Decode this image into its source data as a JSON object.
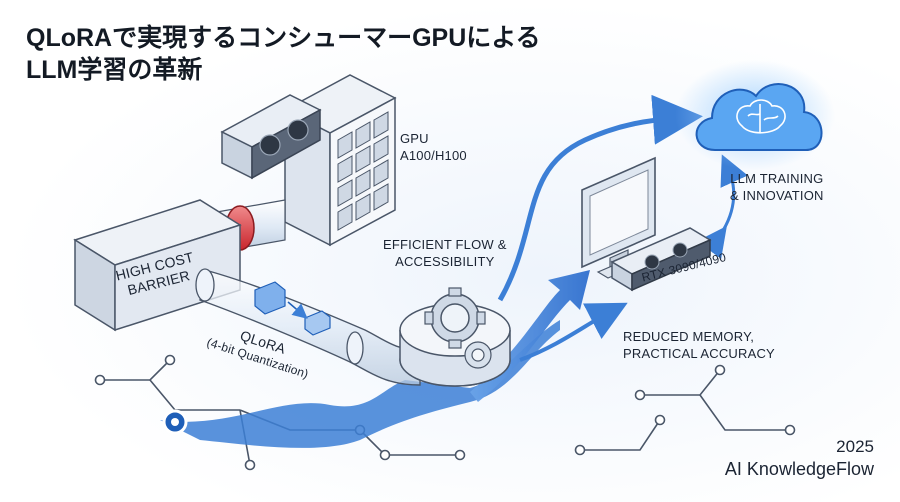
{
  "title": {
    "line1": "QLoRAで実現するコンシューマーGPUによる",
    "line2": "LLM学習の革新"
  },
  "labels": {
    "gpu_line1": "GPU",
    "gpu_line2": "A100/H100",
    "barrier_line1": "HIGH COST",
    "barrier_line2": "BARRIER",
    "qlora_name": "QLoRA",
    "qlora_desc": "(4-bit Quantization)",
    "flow_line1": "EFFICIENT FLOW &",
    "flow_line2": "ACCESSIBILITY",
    "llm_line1": "LLM TRAINING",
    "llm_line2": "& INNOVATION",
    "rtx": "RTX 3090/4090",
    "memory_line1": "REDUCED MEMORY,",
    "memory_line2": "PRACTICAL ACCURACY"
  },
  "footer": {
    "year": "2025",
    "brand": "AI KnowledgeFlow"
  },
  "colors": {
    "accent_blue": "#3c7fd6",
    "deep_blue": "#1f5fb8",
    "barrier_red": "#d8343a",
    "line_gray": "#4a5668"
  },
  "icons": [
    "server-rack-icon",
    "graphics-card-icon",
    "gear-icon",
    "monitor-icon",
    "cloud-brain-icon",
    "arrow-icon"
  ]
}
